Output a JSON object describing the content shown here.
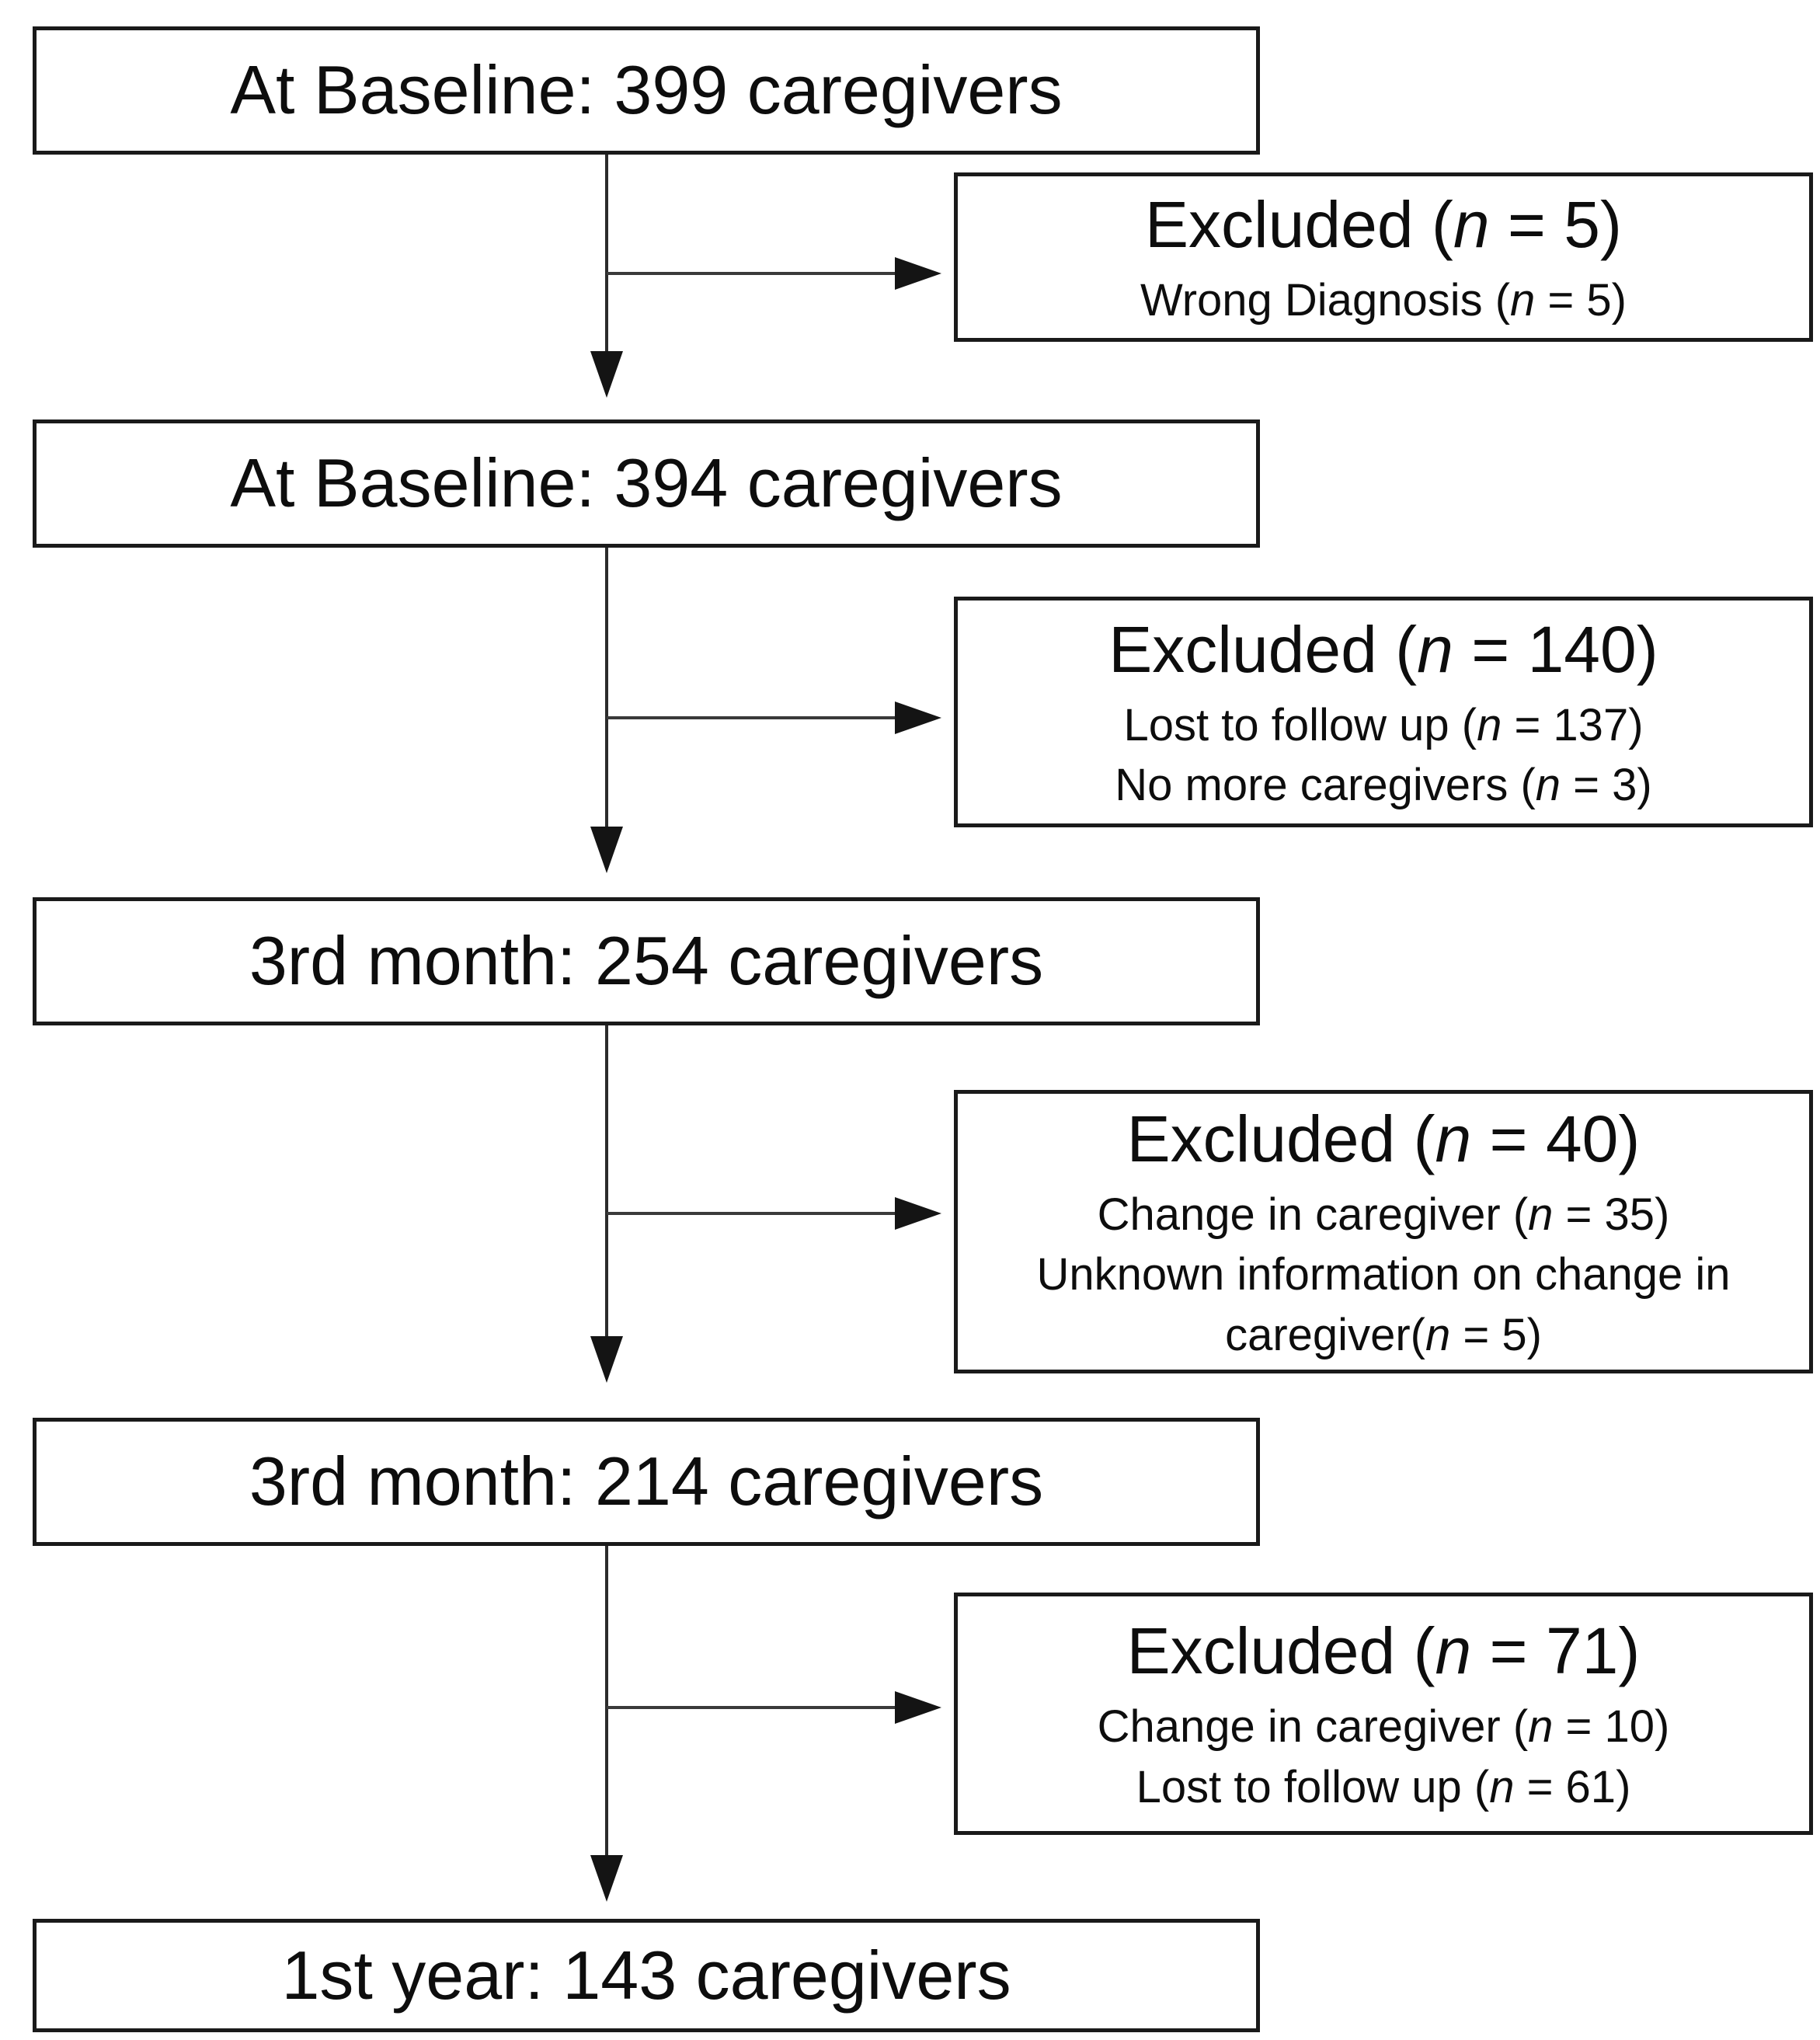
{
  "figure": {
    "background_color": "#ffffff",
    "ink_color": "#111111",
    "stages": [
      {
        "label": "At Baseline: 399 caregivers"
      },
      {
        "label": "At Baseline: 394 caregivers"
      },
      {
        "label": "3rd month: 254 caregivers"
      },
      {
        "label": "3rd month: 214 caregivers"
      },
      {
        "label": "1st year: 143 caregivers"
      }
    ],
    "exclusions": [
      {
        "title": [
          {
            "t": "Excluded ("
          },
          {
            "t": "n",
            "i": true
          },
          {
            "t": " = 5)"
          }
        ],
        "details": [
          [
            {
              "t": "Wrong Diagnosis ("
            },
            {
              "t": "n",
              "i": true
            },
            {
              "t": " = 5)"
            }
          ]
        ]
      },
      {
        "title": [
          {
            "t": "Excluded ("
          },
          {
            "t": "n",
            "i": true
          },
          {
            "t": " = 140)"
          }
        ],
        "details": [
          [
            {
              "t": "Lost to follow up ("
            },
            {
              "t": "n",
              "i": true
            },
            {
              "t": " = 137)"
            }
          ],
          [
            {
              "t": "No more caregivers ("
            },
            {
              "t": "n",
              "i": true
            },
            {
              "t": " = 3)"
            }
          ]
        ]
      },
      {
        "title": [
          {
            "t": "Excluded ("
          },
          {
            "t": "n",
            "i": true
          },
          {
            "t": " = 40)"
          }
        ],
        "details": [
          [
            {
              "t": "Change in caregiver ("
            },
            {
              "t": "n",
              "i": true
            },
            {
              "t": " = 35)"
            }
          ],
          [
            {
              "t": "Unknown information on change in caregiver("
            },
            {
              "t": "n",
              "i": true
            },
            {
              "t": " = 5)"
            }
          ]
        ]
      },
      {
        "title": [
          {
            "t": "Excluded ("
          },
          {
            "t": "n",
            "i": true
          },
          {
            "t": " = 71)"
          }
        ],
        "details": [
          [
            {
              "t": "Change in caregiver ("
            },
            {
              "t": "n",
              "i": true
            },
            {
              "t": " = 10)"
            }
          ],
          [
            {
              "t": "Lost to follow up ("
            },
            {
              "t": "n",
              "i": true
            },
            {
              "t": " = 61)"
            }
          ]
        ]
      }
    ]
  }
}
